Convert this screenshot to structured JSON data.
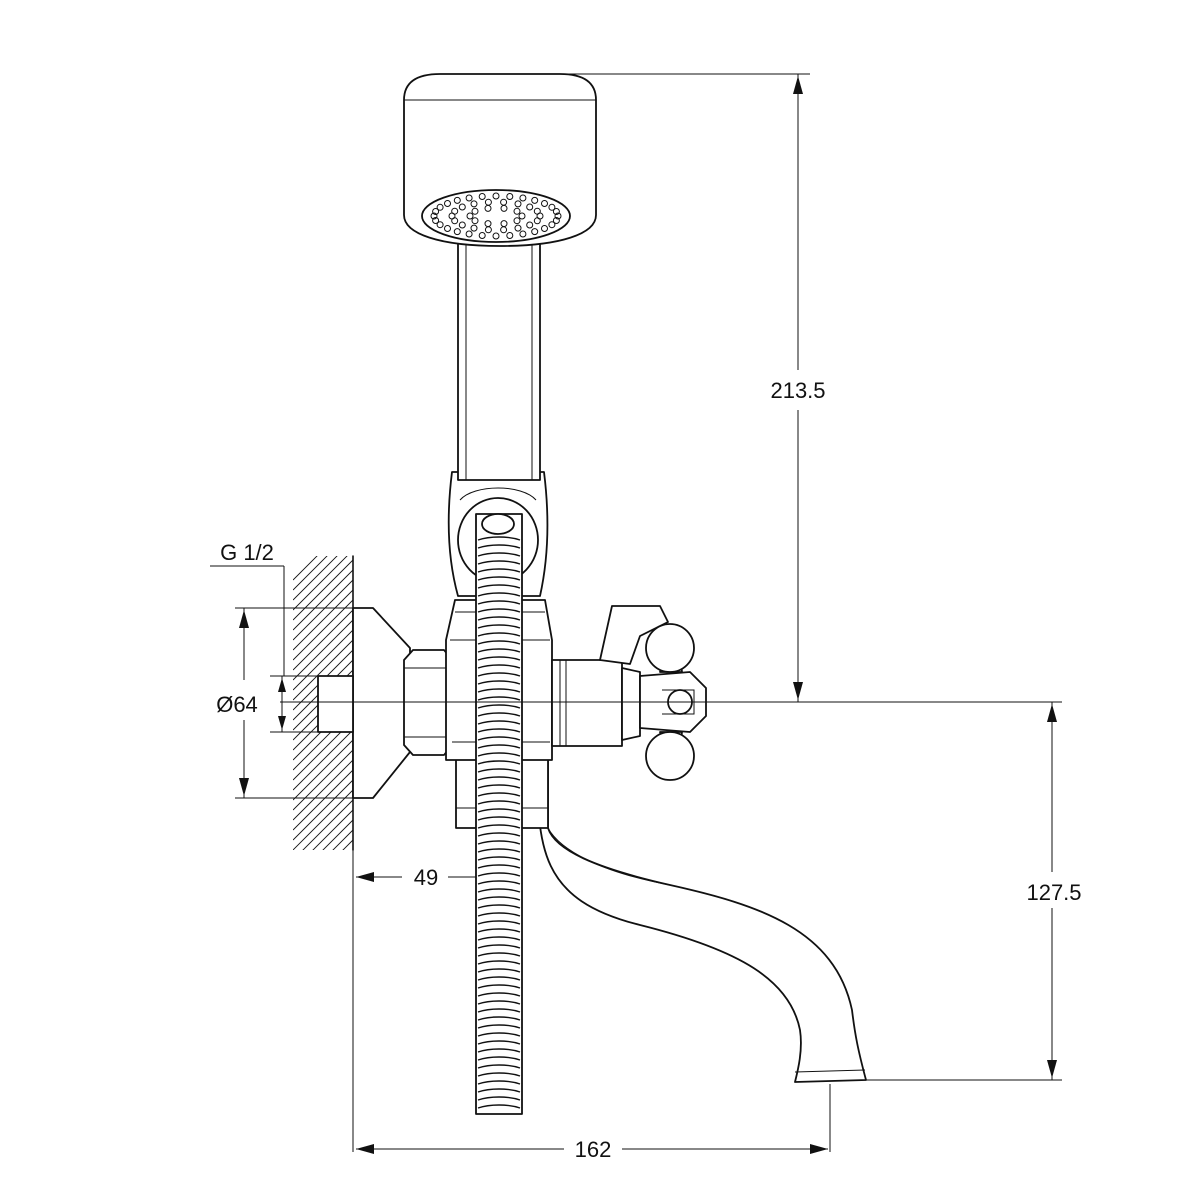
{
  "drawing": {
    "labels": {
      "thread": "G 1/2",
      "diameter": "Ø64",
      "height_total": "213.5",
      "height_spout": "127.5",
      "wall_offset": "49",
      "spout_reach": "162"
    },
    "colors": {
      "line": "#111111",
      "background": "#ffffff"
    }
  }
}
